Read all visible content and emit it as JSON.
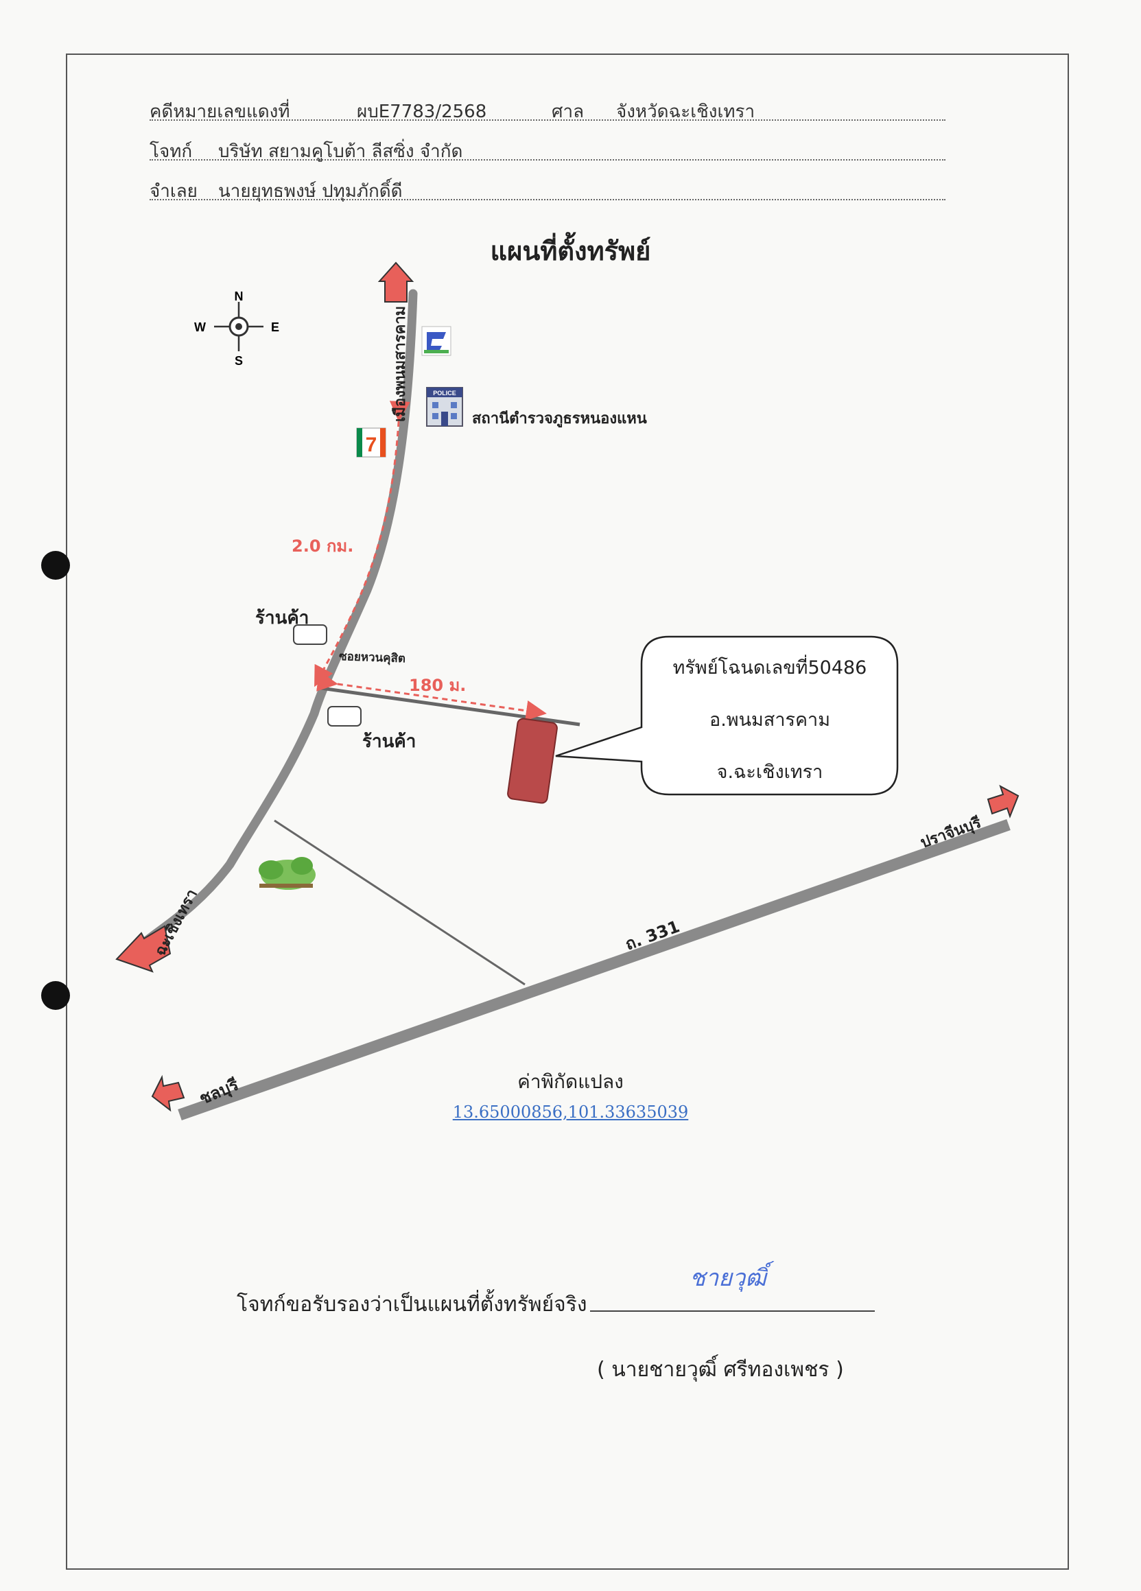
{
  "header": {
    "case_label": "คดีหมายเลขแดงที่",
    "case_number": "ผบE7783/2568",
    "court_label": "ศาล",
    "court_name": "จังหวัดฉะเชิงเทรา",
    "plaintiff_label": "โจทก์",
    "plaintiff_name": "บริษัท สยามคูโบต้า ลีสซิ่ง จำกัด",
    "defendant_label": "จำเลย",
    "defendant_name": "นายยุทธพงษ์ ปทุมภักดิ์ดี"
  },
  "title": "แผนที่ตั้งทรัพย์",
  "compass": {
    "n": "N",
    "s": "S",
    "e": "E",
    "w": "W"
  },
  "map": {
    "road_north_label": "เมืองพนมสารคาม",
    "police_badge": "POLICE",
    "police_station_label": "สถานีตำรวจภูธรหนองแหน",
    "seven_eleven_text": "7",
    "distance_main": "2.0 กม.",
    "shop_label_1": "ร้านค้า",
    "shop_label_2": "ร้านค้า",
    "soi_label": "ซอยหวนคุสิต",
    "distance_soi": "180 ม.",
    "callout": {
      "line1": "ทรัพย์โฉนดเลขที่50486",
      "line2": "อ.พนมสารคาม",
      "line3": "จ.ฉะเชิงเทรา"
    },
    "road_prachinburi": "ปราจีนบุรี",
    "road_331": "ถ. 331",
    "road_chachoengsao": "ฉะเชิงเทรา",
    "road_chonburi": "ชลบุรี"
  },
  "coordinates": {
    "label": "ค่าพิกัดแปลง",
    "value": "13.65000856,101.33635039"
  },
  "certification": {
    "statement": "โจทก์ขอรับรองว่าเป็นแผนที่ตั้งทรัพย์จริง",
    "signer": "( นายชายวุฒิ์  ศรีทองเพชร    )",
    "signature": "ชายวุฒิ์"
  },
  "colors": {
    "road": "#8a8a8a",
    "arrow": "#e8605a",
    "property": "#b94a4a",
    "link": "#3b6fc4"
  }
}
